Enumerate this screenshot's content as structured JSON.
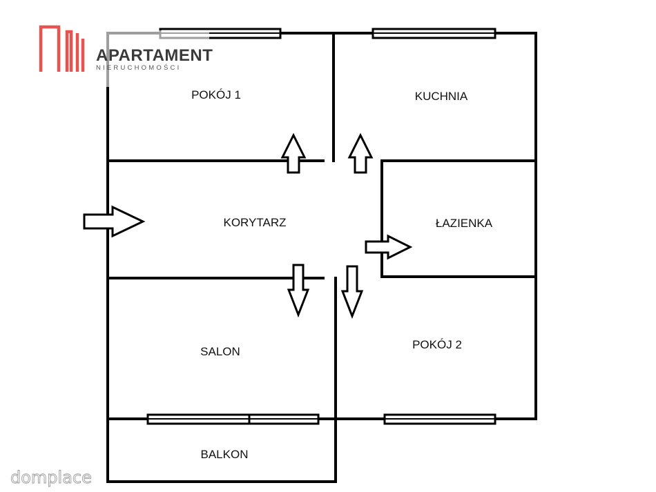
{
  "rooms": {
    "pokoj1": "POKÓJ 1",
    "kuchnia": "KUCHNIA",
    "korytarz": "KORYTARZ",
    "lazienka": "ŁAZIENKA",
    "salon": "SALON",
    "pokoj2": "POKÓJ 2",
    "balkon": "BALKON"
  },
  "logo": {
    "name": "APARTAMENT",
    "subtitle": "NIERUCHOMOŚCI",
    "color": "#e8534f"
  },
  "watermark": "domplace",
  "colors": {
    "walls": "#000000",
    "background": "#ffffff"
  }
}
